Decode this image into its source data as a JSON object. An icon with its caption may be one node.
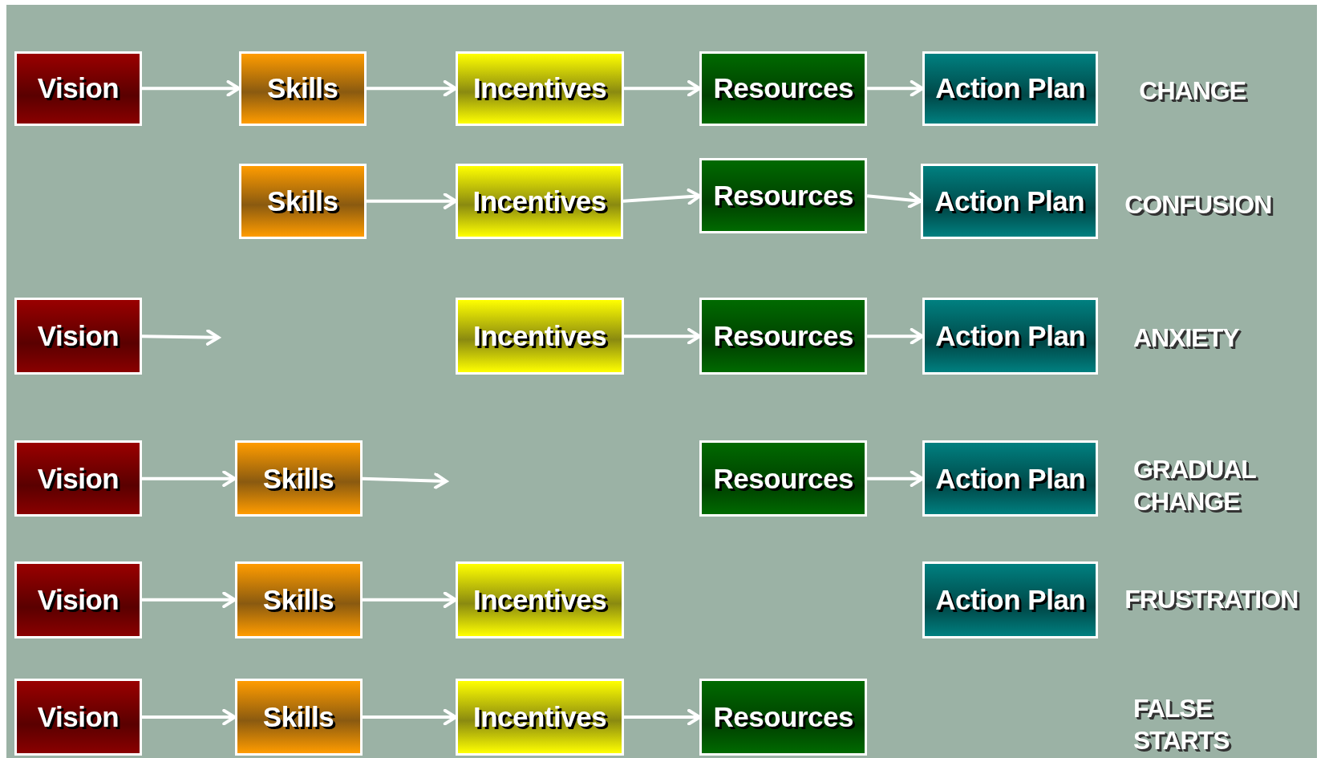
{
  "diagram": {
    "nodes": [
      {
        "text": [
          "Vision"
        ]
      },
      {
        "text": [
          "Skills"
        ]
      },
      {
        "text": [
          "Incentives"
        ]
      },
      {
        "text": [
          "Resources"
        ]
      },
      {
        "text": [
          "Action Plan"
        ]
      },
      {
        "text": [
          "Skills"
        ]
      },
      {
        "text": [
          "Incentives"
        ]
      },
      {
        "text": [
          "Resources"
        ]
      },
      {
        "text": [
          "Action Plan"
        ]
      },
      {
        "text": [
          "Vision"
        ]
      },
      {
        "text": [
          "Incentives"
        ]
      },
      {
        "text": [
          "Resources"
        ]
      },
      {
        "text": [
          "Action Plan"
        ]
      },
      {
        "text": [
          "Vision"
        ]
      },
      {
        "text": [
          "Skills"
        ]
      },
      {
        "text": [
          "Resources"
        ]
      },
      {
        "text": [
          "Action Plan"
        ]
      },
      {
        "text": [
          "Vision"
        ]
      },
      {
        "text": [
          "Skills"
        ]
      },
      {
        "text": [
          "Incentives"
        ]
      },
      {
        "text": [
          "Action Plan"
        ]
      },
      {
        "text": [
          "Vision"
        ]
      },
      {
        "text": [
          "Skills"
        ]
      },
      {
        "text": [
          "Incentives"
        ]
      },
      {
        "text": [
          "Resources"
        ]
      }
    ],
    "edges": [
      {
        "from": 0,
        "to": 1,
        "arrow": "to"
      },
      {
        "from": 1,
        "to": 2,
        "arrow": "to"
      },
      {
        "from": 2,
        "to": 3,
        "arrow": "to"
      },
      {
        "from": 3,
        "to": 4,
        "arrow": "to"
      },
      {
        "from": 5,
        "to": 6,
        "arrow": "to"
      },
      {
        "from": 6,
        "to": 7,
        "arrow": "to"
      },
      {
        "from": 7,
        "to": 8,
        "arrow": "to"
      },
      {
        "from": 9,
        "to": null,
        "arrow": "to"
      },
      {
        "from": 10,
        "to": 11,
        "arrow": "to"
      },
      {
        "from": 11,
        "to": 12,
        "arrow": "to"
      },
      {
        "from": 13,
        "to": 14,
        "arrow": "to"
      },
      {
        "from": 14,
        "to": null,
        "arrow": "to"
      },
      {
        "from": 15,
        "to": 16,
        "arrow": "to"
      },
      {
        "from": 17,
        "to": 18,
        "arrow": "to"
      },
      {
        "from": 18,
        "to": 19,
        "arrow": "to"
      },
      {
        "from": 21,
        "to": 22,
        "arrow": "to"
      },
      {
        "from": 22,
        "to": 23,
        "arrow": "to"
      },
      {
        "from": 23,
        "to": 24,
        "arrow": "to"
      }
    ],
    "labels": [
      "CHANGE",
      "CONFUSION",
      "ANXIETY",
      "GRADUAL CHANGE",
      "FRUSTRATION",
      "FALSE STARTS"
    ]
  }
}
